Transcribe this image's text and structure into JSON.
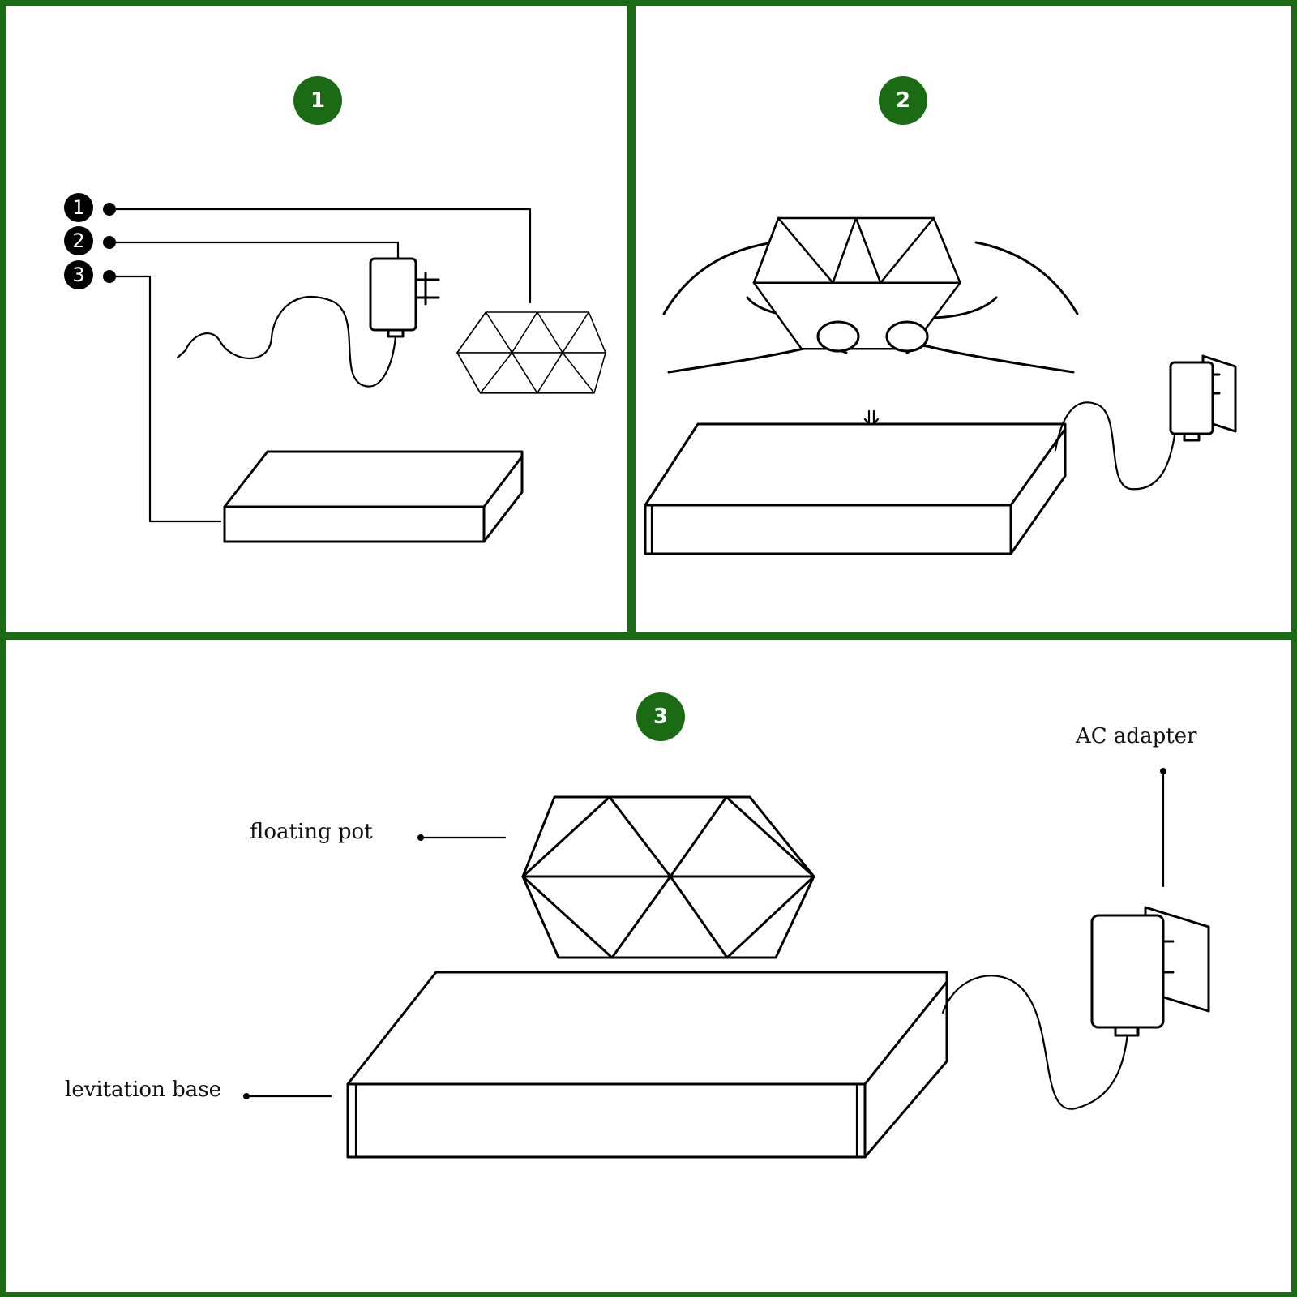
{
  "colors": {
    "border": "#1a6b14",
    "badge": "#1a6b14",
    "line": "#000000"
  },
  "steps": [
    {
      "number": "1"
    },
    {
      "number": "2"
    },
    {
      "number": "3"
    }
  ],
  "step1_key": [
    "1",
    "2",
    "3"
  ],
  "labels": {
    "floating_pot": "floating pot",
    "levitation_base": "levitation base",
    "ac_adapter": "AC adapter"
  }
}
